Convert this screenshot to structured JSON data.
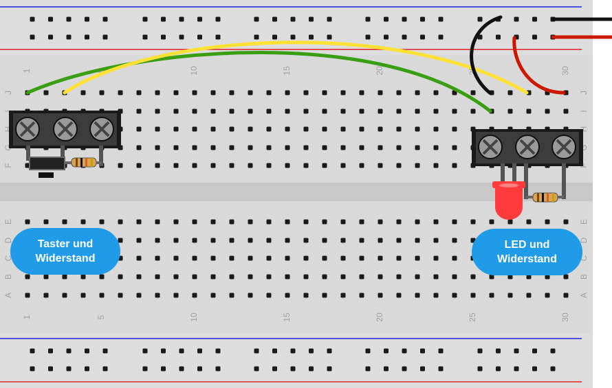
{
  "breadboard": {
    "columns": 30,
    "upper_row_letters": [
      "J",
      "I",
      "H",
      "G",
      "F"
    ],
    "lower_row_letters": [
      "E",
      "D",
      "C",
      "B",
      "A"
    ],
    "column_number_labels": [
      "1",
      "5",
      "10",
      "15",
      "20",
      "25",
      "30"
    ],
    "colors": {
      "board": "#d9d9d9",
      "rail_red": "#e02020",
      "rail_blue": "#2020e0",
      "hole": "#1a1a1a",
      "label": "#a0a0a0"
    }
  },
  "labels": {
    "left_line1": "Taster und",
    "left_line2": "Widerstand",
    "right_line1": "LED und",
    "right_line2": "Widerstand"
  },
  "wires": {
    "colors": {
      "green": "#3a9e12",
      "yellow": "#ffe135",
      "black": "#111111",
      "red": "#cc1800"
    }
  },
  "components": {
    "terminal_block_icon": "screw-terminal-3-pin",
    "led_color": "#ff3b3b",
    "button_icon": "pushbutton",
    "resistor_icon": "resistor"
  }
}
